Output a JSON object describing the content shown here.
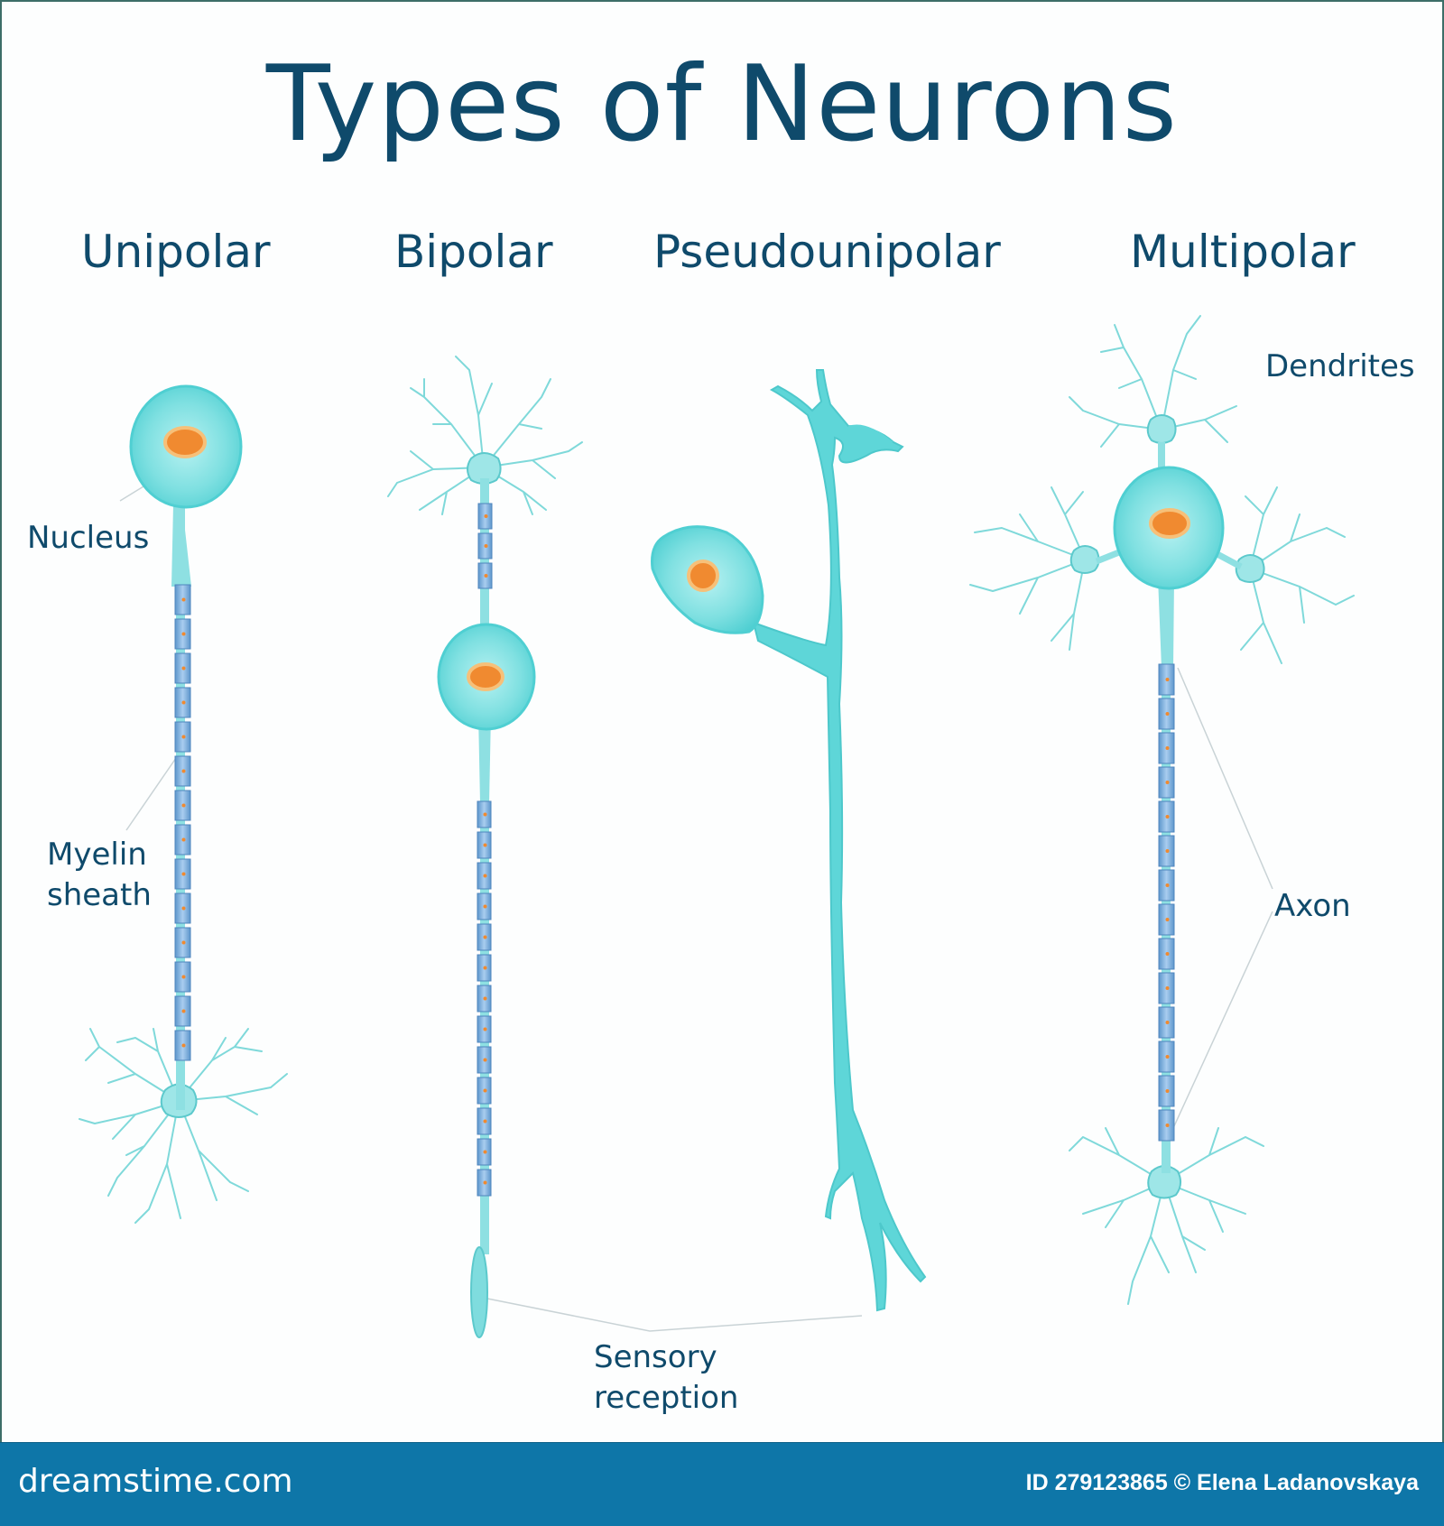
{
  "title": "Types of Neurons",
  "columns": {
    "unipolar": "Unipolar",
    "bipolar": "Bipolar",
    "pseudounipolar": "Pseudounipolar",
    "multipolar": "Multipolar"
  },
  "labels": {
    "nucleus": "Nucleus",
    "myelin_line1": "Myelin",
    "myelin_line2": "sheath",
    "dendrites": "Dendrites",
    "axon": "Axon",
    "sensory_line1": "Sensory",
    "sensory_line2": "reception"
  },
  "footer": {
    "brand": "dreamstime.com",
    "credit": "ID 279123865 © Elena Ladanovskaya"
  },
  "colors": {
    "cell": "#5fd6d8",
    "cell_rim": "#48c6c9",
    "nucleus": "#f08a30",
    "myelin": "#7fb2dc",
    "title_text": "#0f4a6b",
    "footer_bar": "#0e76a8"
  }
}
